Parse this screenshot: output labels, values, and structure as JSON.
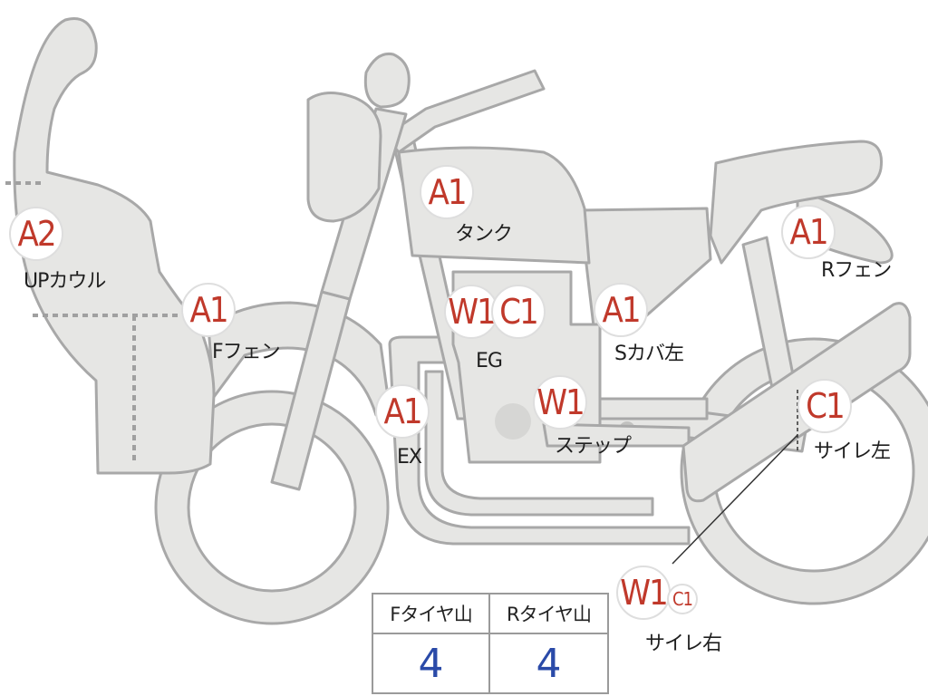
{
  "diagram": {
    "colors": {
      "body": "#e6e6e4",
      "outline": "#a8a8a8",
      "grade_text": "#c0392b",
      "value_text": "#2a4aa8"
    },
    "parts": [
      {
        "id": "up-cowl",
        "grades": [
          {
            "code": "A2",
            "small": false
          }
        ],
        "label": "UPカウル"
      },
      {
        "id": "tank",
        "grades": [
          {
            "code": "A1",
            "small": false
          }
        ],
        "label": "タンク"
      },
      {
        "id": "f-fender",
        "grades": [
          {
            "code": "A1",
            "small": false
          }
        ],
        "label": "Fフェン"
      },
      {
        "id": "engine",
        "grades": [
          {
            "code": "W1",
            "small": false
          },
          {
            "code": "C1",
            "small": false
          }
        ],
        "label": "EG"
      },
      {
        "id": "side-cover-left",
        "grades": [
          {
            "code": "A1",
            "small": false
          }
        ],
        "label": "Sカバ左"
      },
      {
        "id": "r-fender",
        "grades": [
          {
            "code": "A1",
            "small": false
          }
        ],
        "label": "Rフェン"
      },
      {
        "id": "exhaust",
        "grades": [
          {
            "code": "A1",
            "small": false
          }
        ],
        "label": "EX"
      },
      {
        "id": "step",
        "grades": [
          {
            "code": "W1",
            "small": false
          }
        ],
        "label": "ステップ"
      },
      {
        "id": "muffler-left",
        "grades": [
          {
            "code": "C1",
            "small": false
          }
        ],
        "label": "サイレ左"
      },
      {
        "id": "muffler-right",
        "grades": [
          {
            "code": "W1",
            "small": false
          },
          {
            "code": "C1",
            "small": true
          }
        ],
        "label": "サイレ右"
      }
    ]
  },
  "tire_table": {
    "headers": [
      "Fタイヤ山",
      "Rタイヤ山"
    ],
    "values": [
      "4",
      "4"
    ]
  }
}
